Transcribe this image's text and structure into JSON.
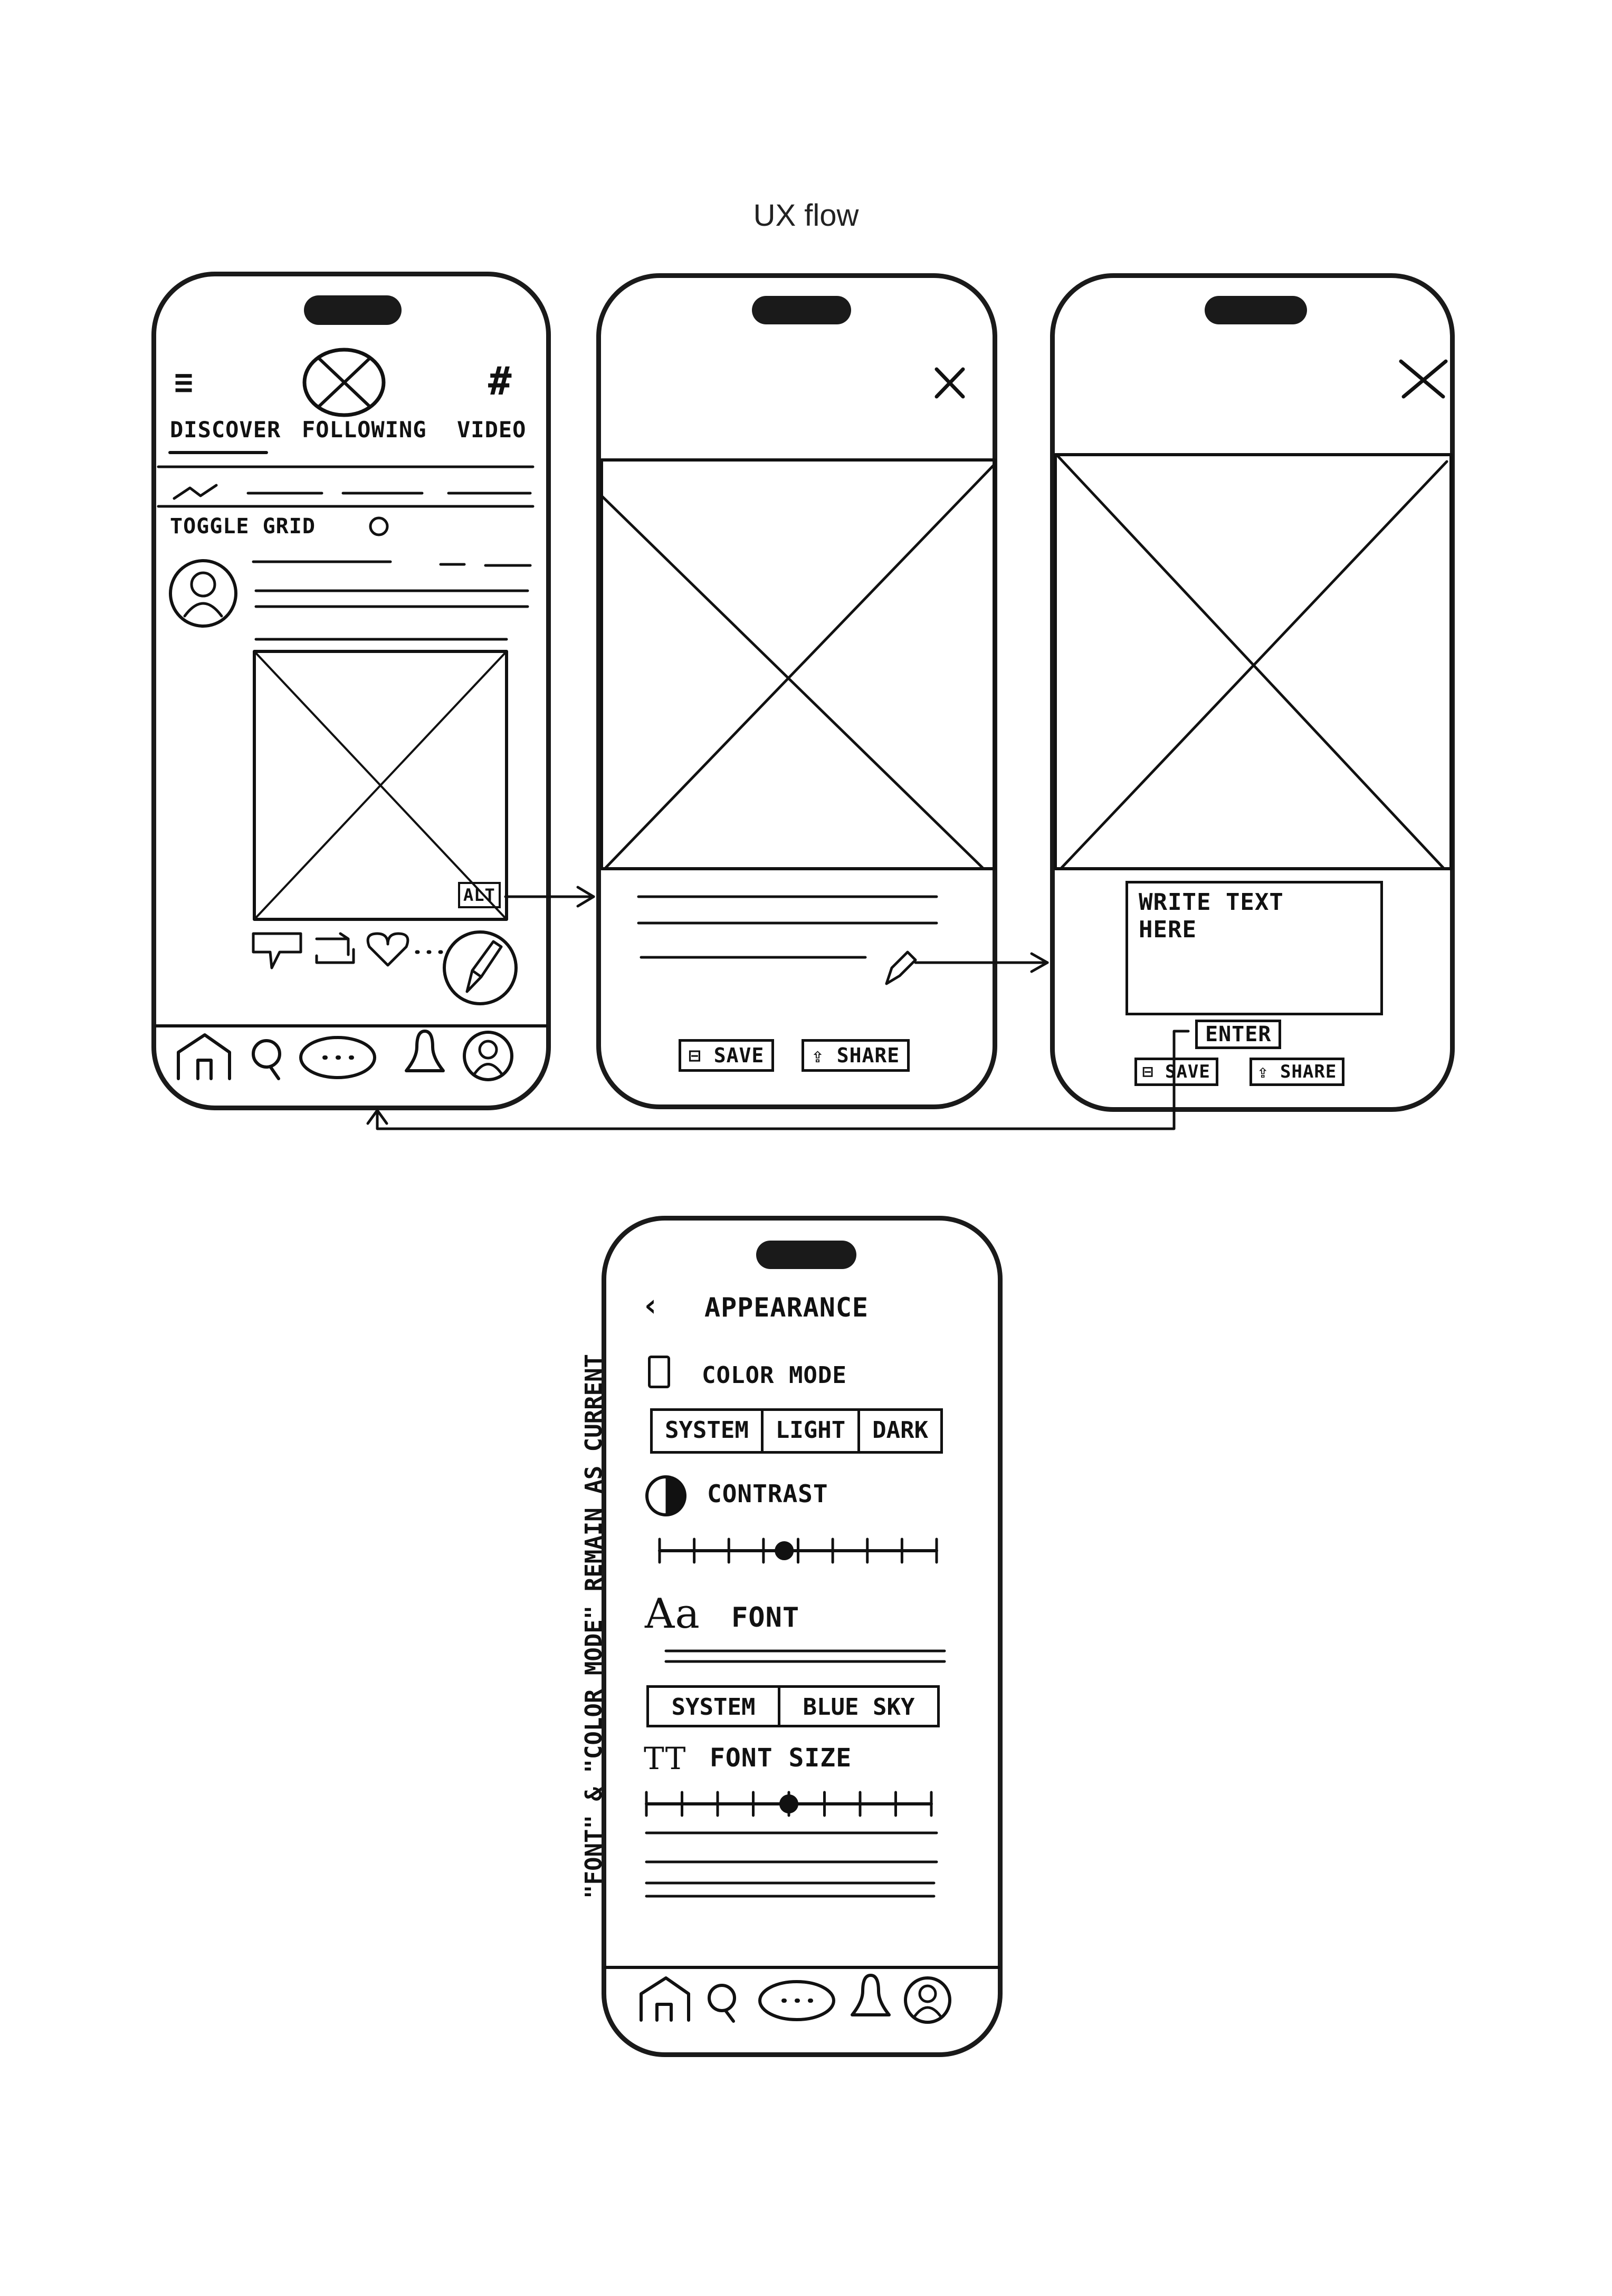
{
  "title": "UX flow",
  "feed_screen": {
    "tabs": [
      "DISCOVER",
      "FOLLOWING",
      "VIDEO"
    ],
    "toggle_label": "TOGGLE GRID",
    "alt_badge": "ALT"
  },
  "viewer_screen": {
    "save_label": "SAVE",
    "share_label": "SHARE"
  },
  "alt_text_screen": {
    "text_area_placeholder": "WRITE TEXT HERE",
    "enter_label": "ENTER",
    "save_label": "SAVE",
    "share_label": "SHARE"
  },
  "appearance_screen": {
    "header": "APPEARANCE",
    "color_mode_label": "COLOR MODE",
    "color_mode_options": [
      "SYSTEM",
      "LIGHT",
      "DARK"
    ],
    "contrast_label": "CONTRAST",
    "contrast_level": 0.45,
    "font_glyph": "Aa",
    "font_label": "FONT",
    "font_options": [
      "SYSTEM",
      "BLUE SKY"
    ],
    "font_size_glyph": "TT",
    "font_size_label": "FONT SIZE",
    "font_size_level": 0.5
  },
  "side_note": "\"FONT\" & \"COLOR MODE\" REMAIN AS CURRENT"
}
